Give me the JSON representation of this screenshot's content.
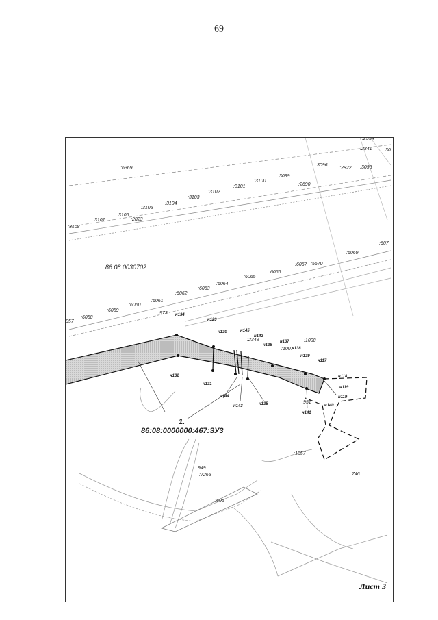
{
  "page": {
    "number": "69"
  },
  "map": {
    "quarter_label": "86:08:0030702",
    "parcel_label_1": "1.",
    "parcel_label_2": "86:08:0000000:467:ЗУ3",
    "sheet_label": "Лист 3",
    "upper_parcels": [
      ":6369",
      ":3108",
      ":3107",
      ":3106",
      ":2823",
      ":3105",
      ":3104",
      ":3103",
      ":3102",
      ":3101",
      ":3100",
      ":3099",
      ":2690",
      ":3096",
      ":2822",
      ":3095",
      ":2341",
      ":30",
      ":2354",
      ":607",
      ":6069"
    ],
    "road_parcels": [
      "057",
      ":6058",
      ":6059",
      ":6060",
      ":6061",
      ":6062",
      ":6063",
      ":6064",
      ":6065",
      ":6066",
      ":6067",
      ":5670",
      ":973"
    ],
    "lower_parcels": [
      ":2343",
      ":1008",
      ":1007",
      ":951",
      ":1057",
      ":746",
      ":949",
      ":7265",
      ":606"
    ],
    "points": [
      "н134",
      "н129",
      "н130",
      "н145",
      "н142",
      "н136",
      "н137",
      "н138",
      "н139",
      "н117",
      "н118",
      "н119",
      "н119",
      "н140",
      "н141",
      "н135",
      "н143",
      "н144",
      "н131",
      "н132"
    ]
  }
}
